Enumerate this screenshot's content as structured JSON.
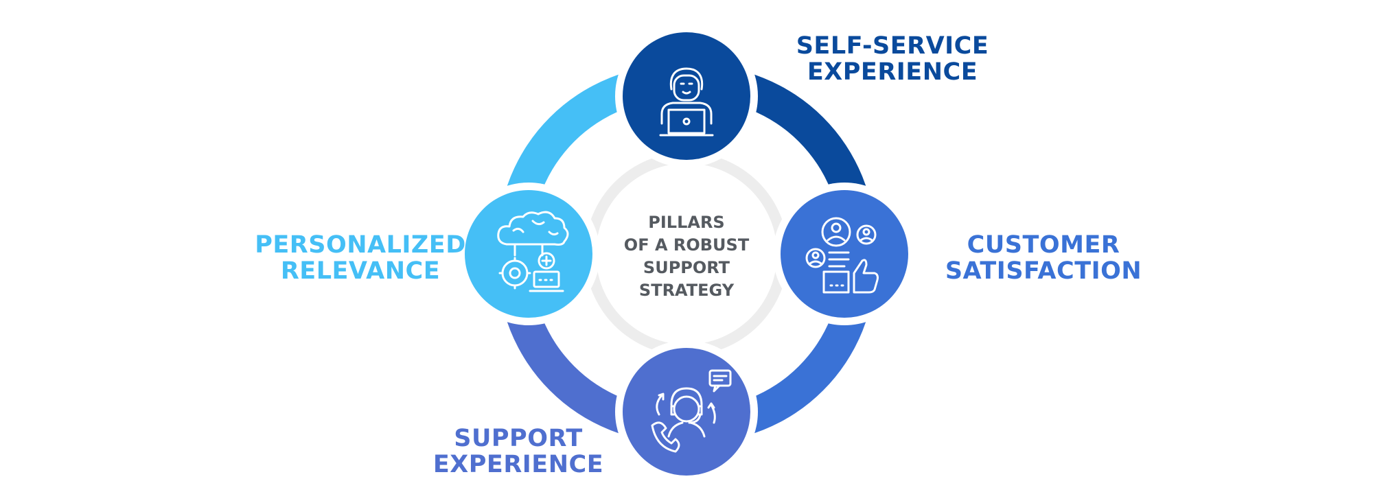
{
  "center": {
    "lines": [
      "PILLARS",
      "OF A ROBUST",
      "SUPPORT",
      "STRATEGY"
    ]
  },
  "pillars": [
    {
      "id": "self-service",
      "lines": [
        "SELF-SERVICE",
        "EXPERIENCE"
      ],
      "color": "#0a4a9c",
      "icon": "person-laptop-icon"
    },
    {
      "id": "customer-satisfaction",
      "lines": [
        "CUSTOMER",
        "SATISFACTION"
      ],
      "color": "#3a72d6",
      "icon": "customers-thumbs-up-icon"
    },
    {
      "id": "support-experience",
      "lines": [
        "SUPPORT",
        "EXPERIENCE"
      ],
      "color": "#4f6fcf",
      "icon": "headset-agent-icon"
    },
    {
      "id": "personalized-relevance",
      "lines": [
        "PERSONALIZED",
        "RELEVANCE"
      ],
      "color": "#45bff6",
      "icon": "cloud-brain-settings-icon"
    }
  ],
  "colors": {
    "center_ring": "#ededed",
    "center_fill": "#ffffff",
    "center_text": "#555a60"
  }
}
